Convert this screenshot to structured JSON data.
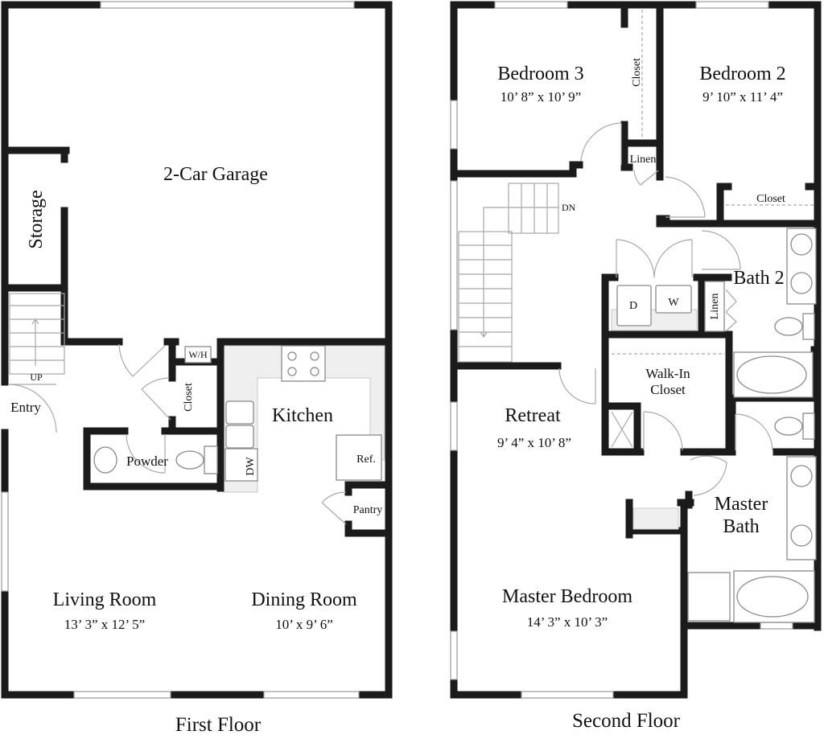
{
  "first_floor": {
    "caption": "First Floor",
    "rooms": {
      "garage": "2-Car Garage",
      "storage": "Storage",
      "entry": "Entry",
      "stairs_up": "UP",
      "water_heater": "W/H",
      "closet": "Closet",
      "powder": "Powder",
      "kitchen": "Kitchen",
      "dishwasher": "DW",
      "refrigerator": "Ref.",
      "pantry": "Pantry",
      "living_room": {
        "name": "Living Room",
        "size": "13’ 3” x 12’ 5”"
      },
      "dining_room": {
        "name": "Dining Room",
        "size": "10’ x 9’ 6”"
      }
    }
  },
  "second_floor": {
    "caption": "Second Floor",
    "rooms": {
      "bedroom3": {
        "name": "Bedroom 3",
        "size": "10’ 8” x 10’ 9”"
      },
      "bedroom2": {
        "name": "Bedroom 2",
        "size": "9’ 10” x 11’ 4”"
      },
      "closet_b3": "Closet",
      "linen_top": "Linen",
      "closet_b2": "Closet",
      "stairs_down": "DN",
      "dryer": "D",
      "washer": "W",
      "linen_bath": "Linen",
      "bath2": "Bath 2",
      "walk_in_closet_line1": "Walk-In",
      "walk_in_closet_line2": "Closet",
      "retreat": {
        "name": "Retreat",
        "size": "9’ 4” x 10’ 8”"
      },
      "master_bath_line1": "Master",
      "master_bath_line2": "Bath",
      "master_bedroom": {
        "name": "Master Bedroom",
        "size": "14’ 3” x 10’ 3”"
      }
    }
  }
}
